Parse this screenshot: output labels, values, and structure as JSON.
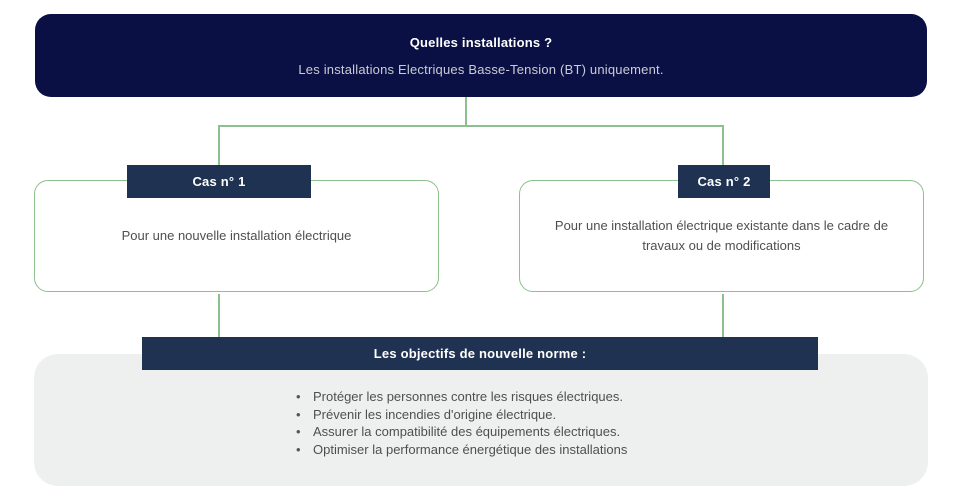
{
  "banner": {
    "title": "Quelles installations ?",
    "subtitle": "Les installations Electriques Basse-Tension (BT) uniquement."
  },
  "cases": [
    {
      "label": "Cas n° 1",
      "text": "Pour une nouvelle installation électrique"
    },
    {
      "label": "Cas n° 2",
      "text": "Pour une installation électrique existante dans le cadre de travaux ou de modifications"
    }
  ],
  "objectives": {
    "title": "Les objectifs de nouvelle norme :",
    "items": [
      "Protéger les personnes contre les risques électriques.",
      "Prévenir les incendies d'origine électrique.",
      "Assurer la compatibilité des équipements électriques.",
      "Optimiser la performance énergétique des installations"
    ]
  },
  "colors": {
    "banner_navy": "#0a1043",
    "header_navy": "#1f3252",
    "connector_green": "#8cc08c",
    "panel_gray": "#eef0f0",
    "body_text": "#4f4f4f"
  }
}
